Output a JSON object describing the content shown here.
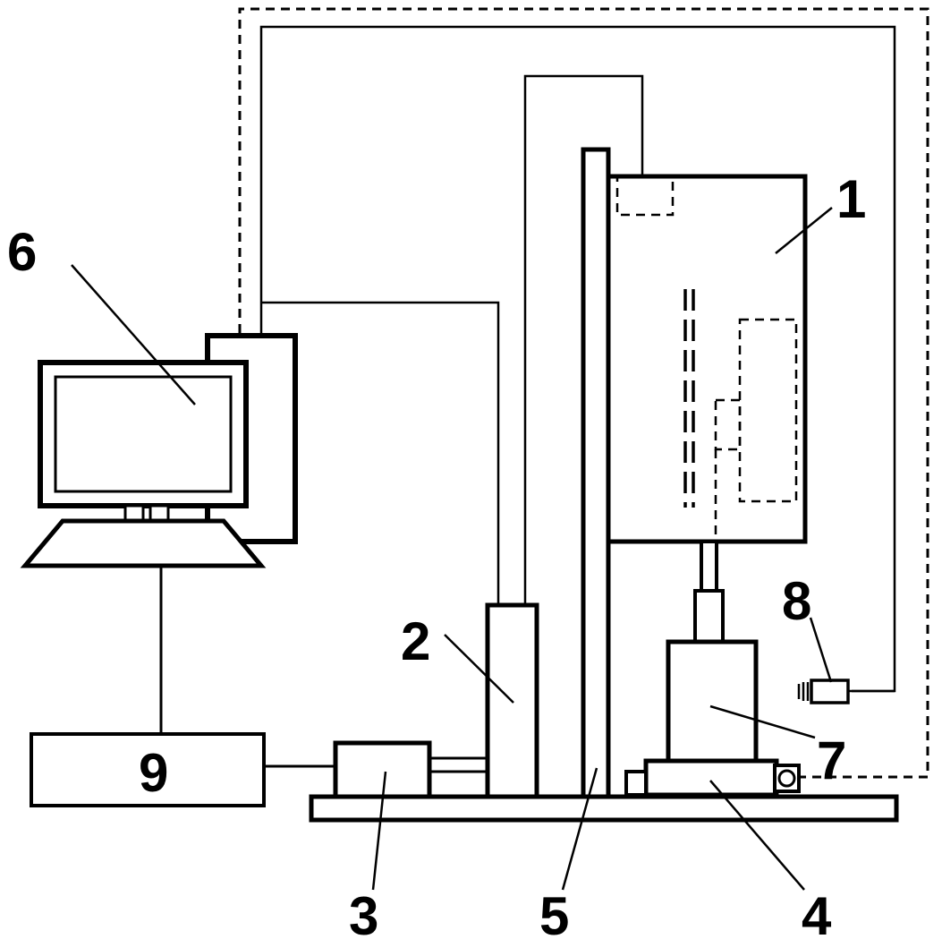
{
  "diagram": {
    "type": "apparatus-schematic",
    "background_color": "#ffffff",
    "line_color": "#000000",
    "labels": {
      "chamber": "1",
      "box2": "2",
      "box3": "3",
      "slide_base": "4",
      "column": "5",
      "computer": "6",
      "motor": "7",
      "camera": "8",
      "controller": "9"
    }
  }
}
